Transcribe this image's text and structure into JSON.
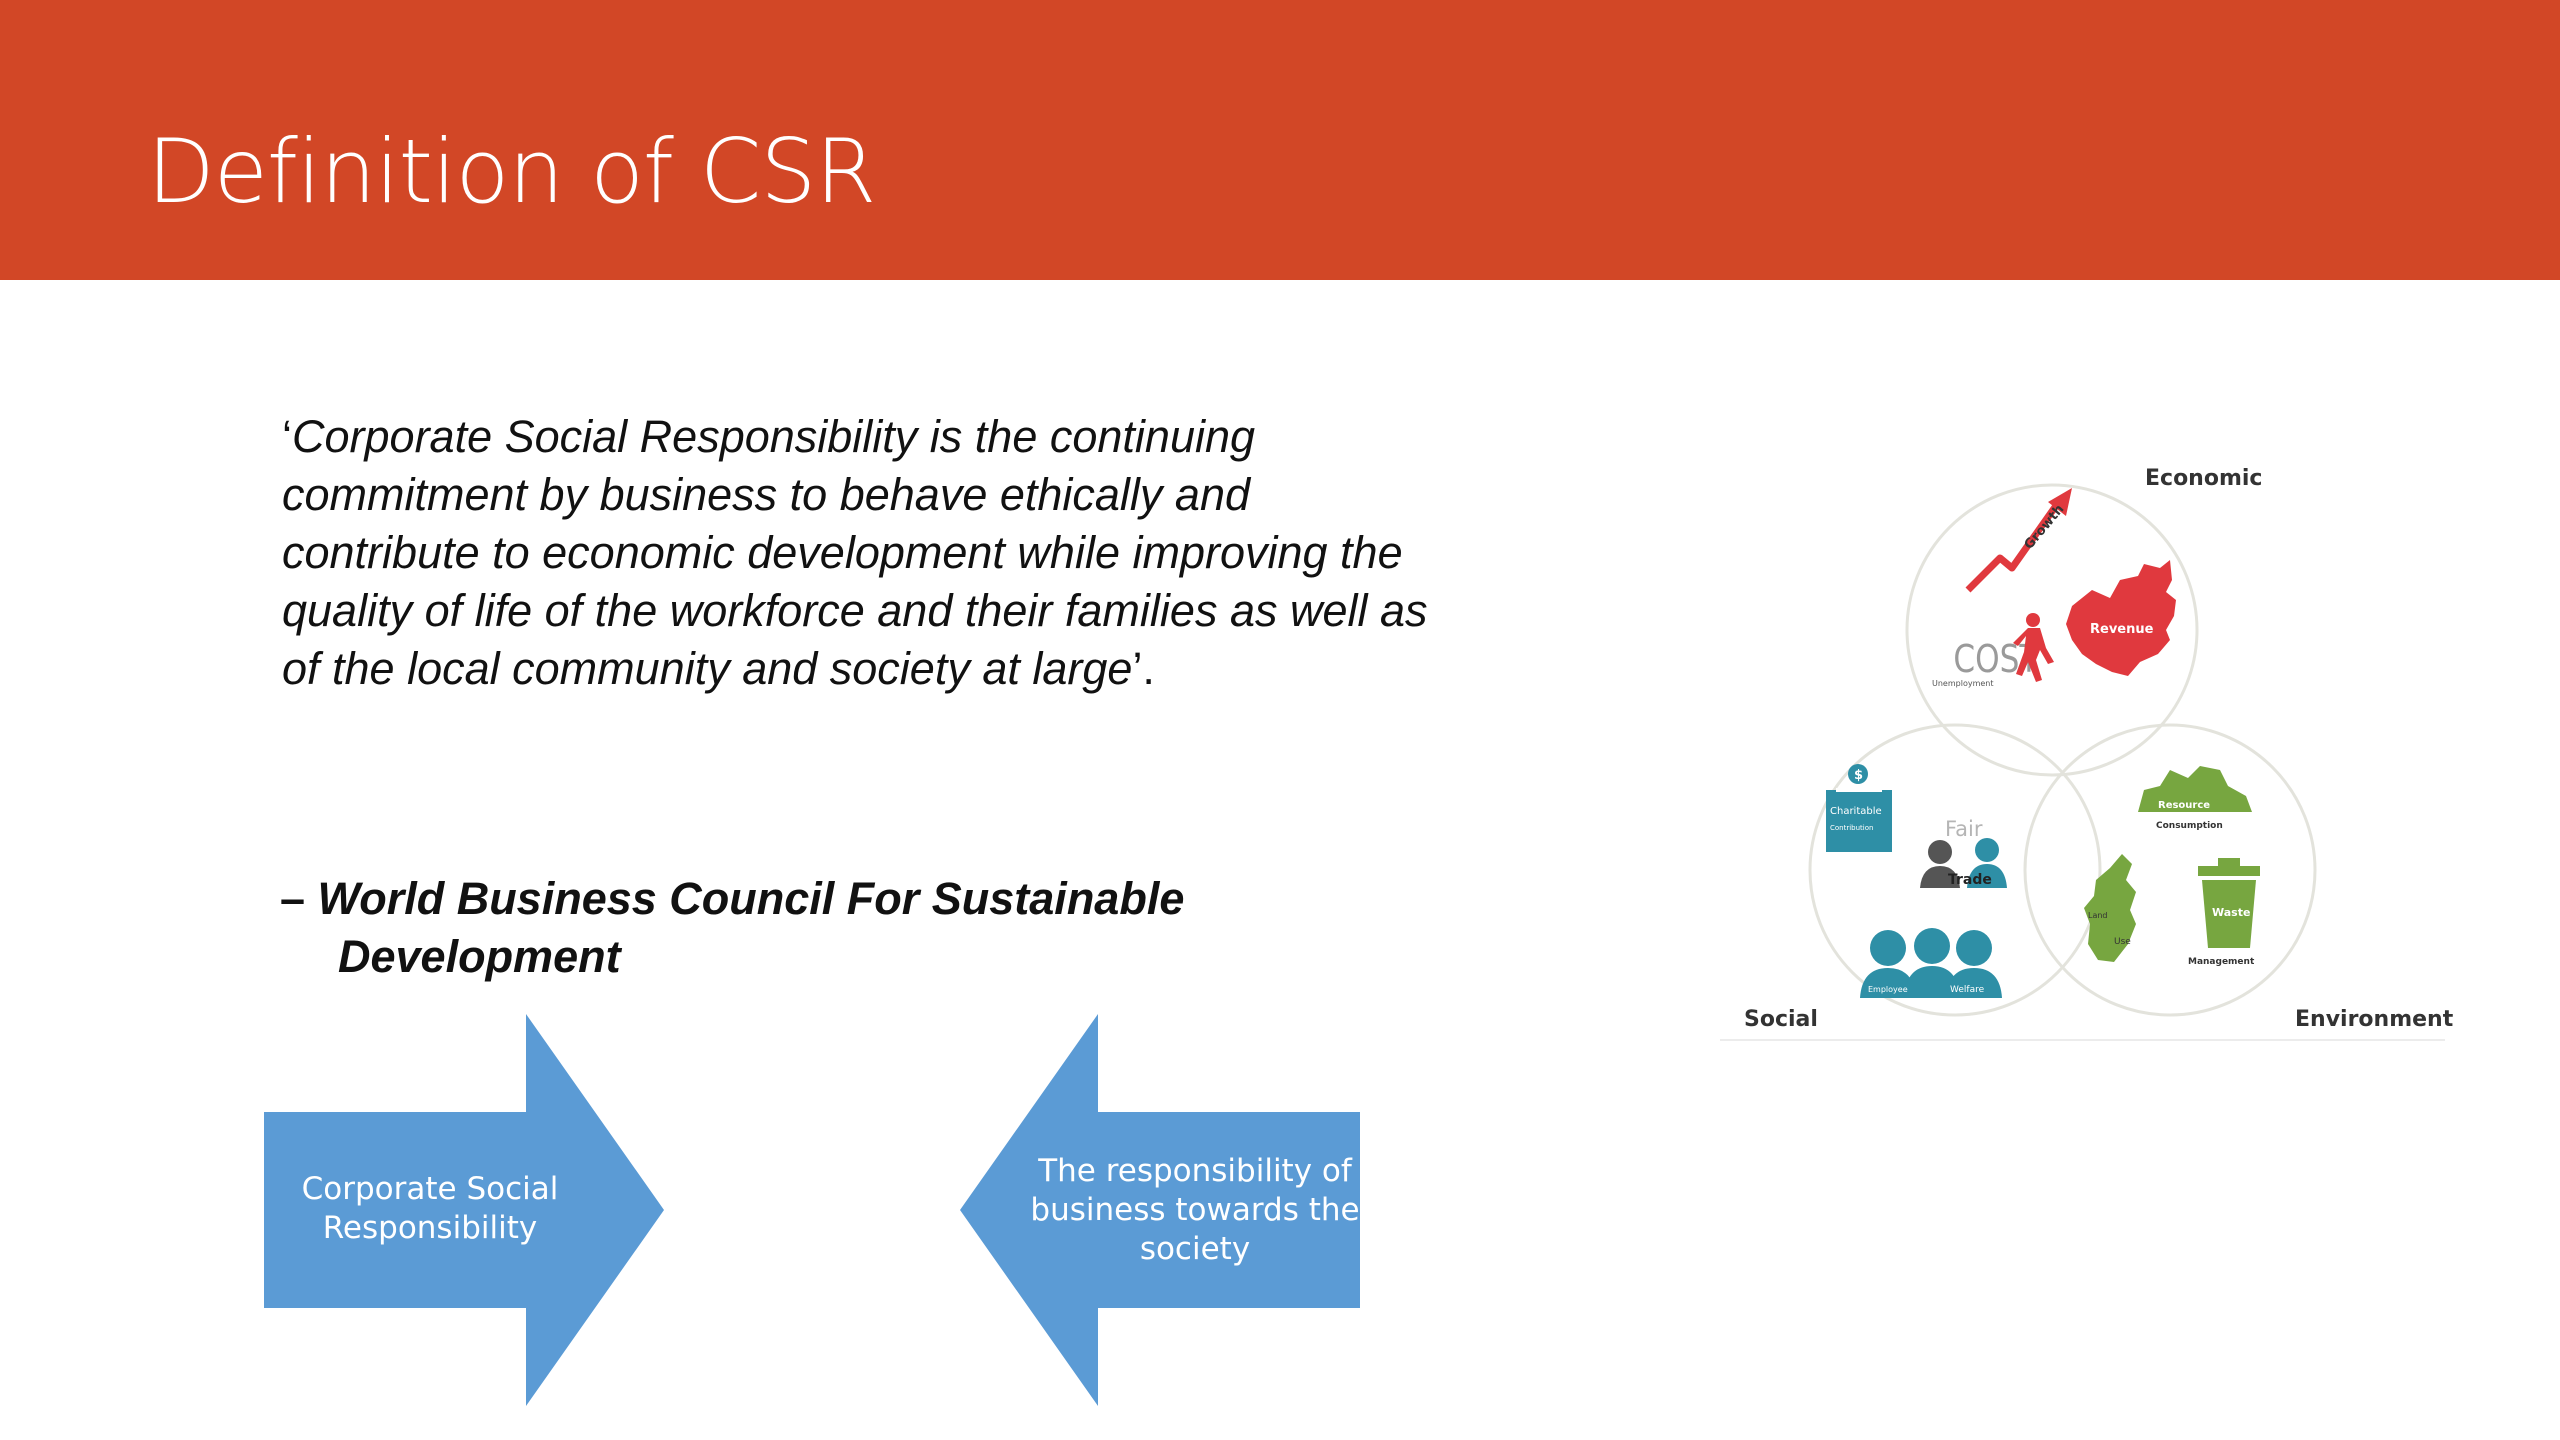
{
  "colors": {
    "header_bg": "#d24726",
    "arrow_fill": "#5b9bd5",
    "venn_red": "#e0393e",
    "venn_green": "#77a640",
    "venn_teal": "#2e8fa6"
  },
  "slide": {
    "title": "Definition of CSR",
    "quote": {
      "open_mark": "‘",
      "text": "Corporate Social Responsibility is the continuing commitment by business to behave ethically and contribute to economic development while improving the quality of life of the workforce and their families as well as of the local community and society at large",
      "close_mark": "’."
    },
    "attribution": {
      "dash": "–",
      "line1": "World Business Council For Sustainable",
      "line2": "Development"
    },
    "arrows": {
      "left_label": "Corporate Social Responsibility",
      "right_label": "The responsibility of business towards the society"
    },
    "venn": {
      "economic_label": "Economic",
      "social_label": "Social",
      "environment_label": "Environment",
      "growth_text": "Growth",
      "cost_text": "COST",
      "unemployment_text": "Unemployment",
      "revenue_text": "Revenue",
      "charitable_text": "Charitable",
      "contribution_text": "Contribution",
      "fair_text": "Fair",
      "trade_text": "Trade",
      "employee_text": "Employee",
      "welfare_text": "Welfare",
      "resource_text": "Resource",
      "consumption_text": "Consumption",
      "land_text": "Land",
      "use_text": "Use",
      "waste_text": "Waste",
      "management_text": "Management"
    }
  }
}
